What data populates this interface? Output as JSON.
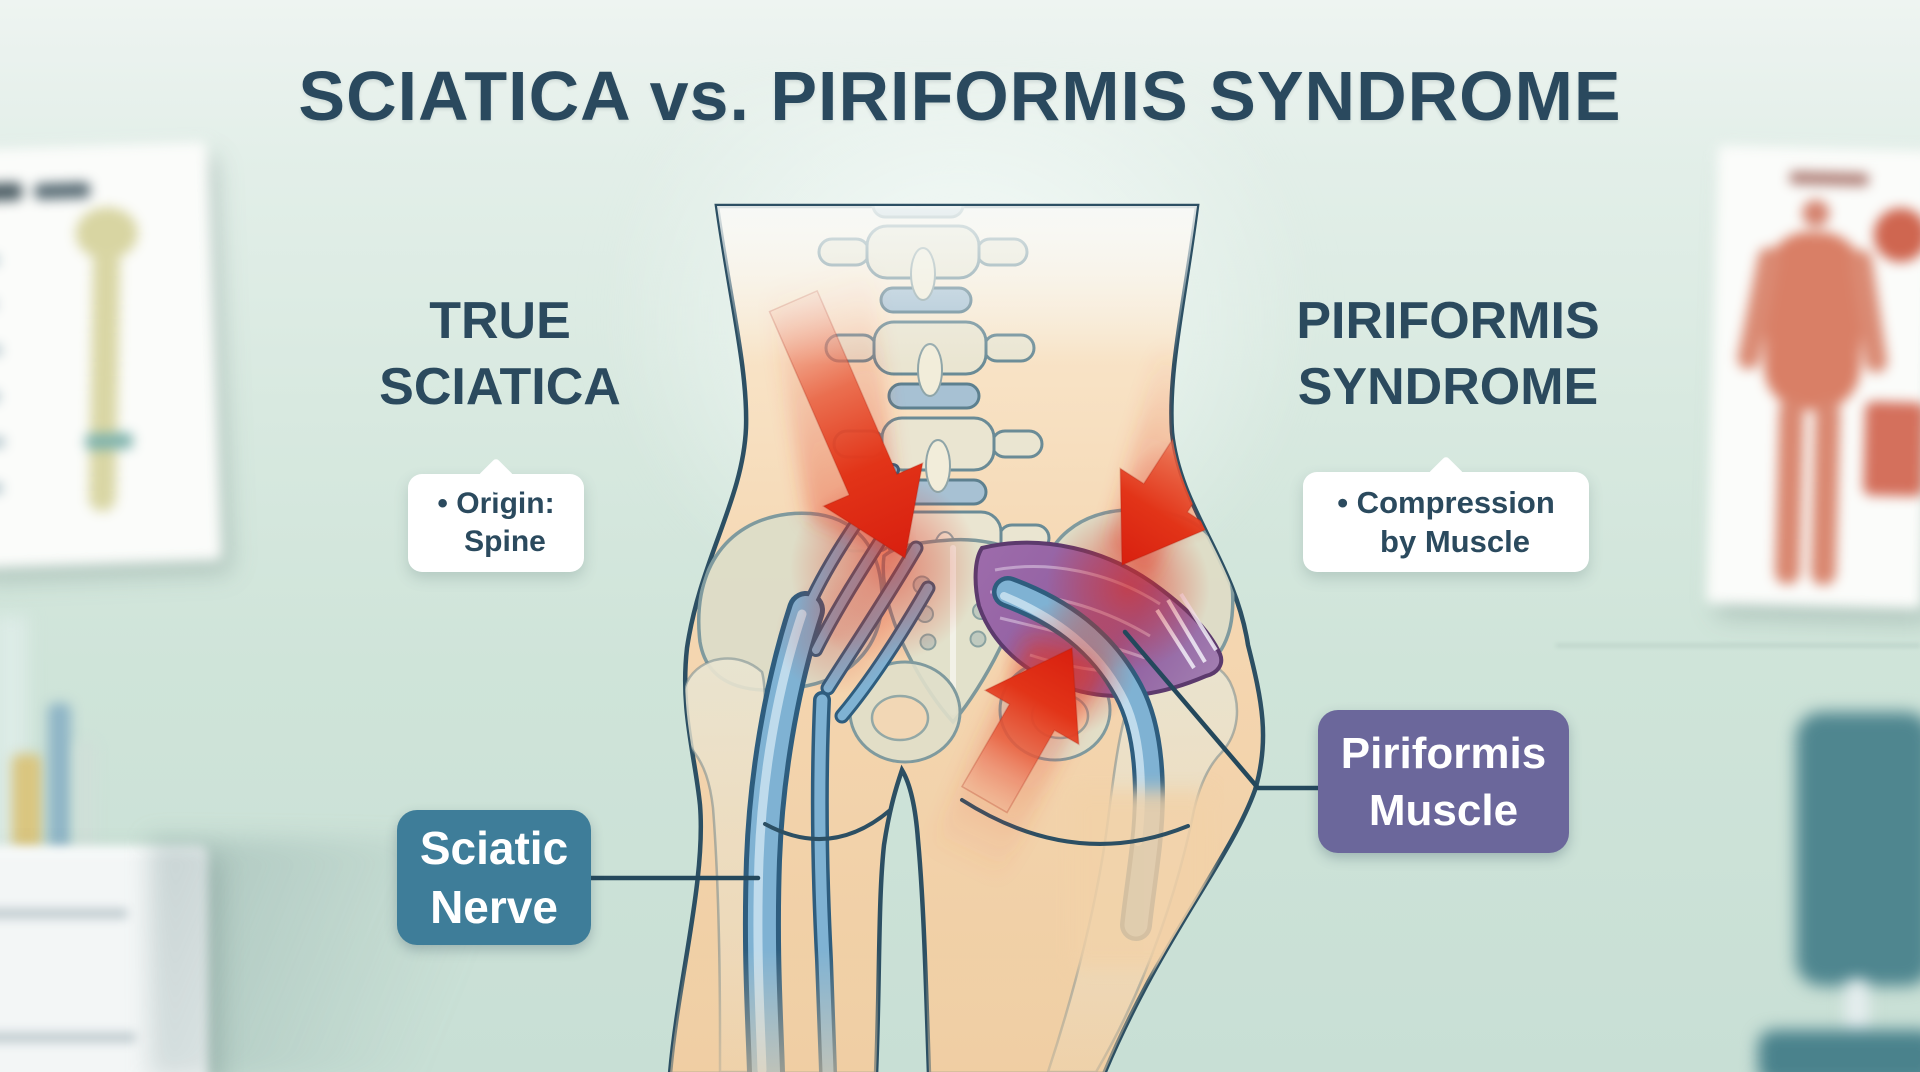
{
  "title": "SCIATICA vs. PIRIFORMIS SYNDROME",
  "left_column": {
    "heading_line1": "TRUE",
    "heading_line2": "SCIATICA",
    "callout": {
      "line1": "• Origin:",
      "line2": "Spine"
    }
  },
  "right_column": {
    "heading_line1": "PIRIFORMIS",
    "heading_line2": "SYNDROME",
    "callout": {
      "line1": "• Compression",
      "line2": "by Muscle"
    }
  },
  "labels": {
    "nerve": {
      "line1": "Sciatic",
      "line2": "Nerve"
    },
    "muscle": {
      "line1": "Piriformis",
      "line2": "Muscle"
    }
  },
  "colors": {
    "heading_text": "#2b4a5e",
    "callout_bg": "#ffffff",
    "nerve_label_bg": "#3e7d99",
    "muscle_label_bg": "#6b679b",
    "label_text": "#ffffff",
    "arrow_red": "#e02616",
    "nerve_blue": "#7fb2d3",
    "muscle_purple": "#8e5f9e",
    "skin": "#f5d8b4",
    "bone": "#eae5d1",
    "wall_mint": "#d6e8de"
  }
}
